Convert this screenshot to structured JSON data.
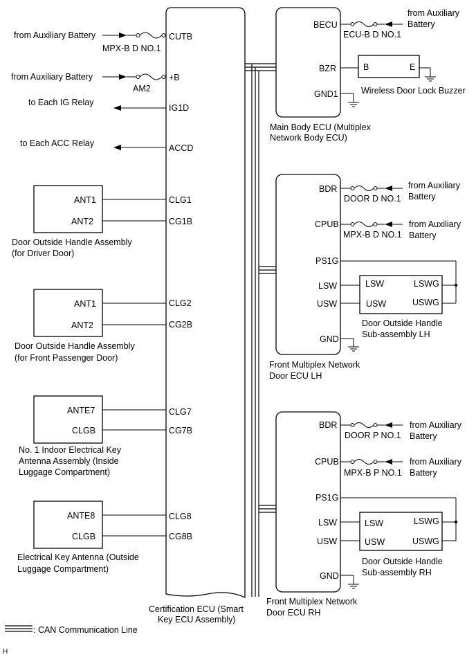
{
  "cert_ecu": {
    "name_line1": "Certification ECU (Smart",
    "name_line2": "Key ECU Assembly)",
    "pins": {
      "cutb": "CUTB",
      "b": "+B",
      "ig1d": "IG1D",
      "accd": "ACCD",
      "clg1": "CLG1",
      "cg1b": "CG1B",
      "clg2": "CLG2",
      "cg2b": "CG2B",
      "clg7": "CLG7",
      "cg7b": "CG7B",
      "clg8": "CLG8",
      "cg8b": "CG8B"
    }
  },
  "left_signals": {
    "aux_battery_1": "from Auxiliary Battery",
    "fuse_1": "MPX-B D NO.1",
    "aux_battery_2": "from Auxiliary Battery",
    "fuse_2": "AM2",
    "ig_relay": "to Each IG Relay",
    "acc_relay": "to Each ACC Relay"
  },
  "door_handle_driver": {
    "pin1": "ANT1",
    "pin2": "ANT2",
    "name_line1": "Door Outside Handle Assembly",
    "name_line2": "(for Driver Door)"
  },
  "door_handle_passenger": {
    "pin1": "ANT1",
    "pin2": "ANT2",
    "name_line1": "Door Outside Handle Assembly",
    "name_line2": "(for Front Passenger Door)"
  },
  "indoor_antenna": {
    "pin1": "ANTE7",
    "pin2": "CLGB",
    "name_line1": "No. 1 Indoor Electrical Key",
    "name_line2": "Antenna Assembly (Inside",
    "name_line3": "Luggage Compartment)"
  },
  "outside_antenna": {
    "pin1": "ANTE8",
    "pin2": "CLGB",
    "name_line1": "Electrical Key Antenna (Outside",
    "name_line2": "Luggage Compartment)"
  },
  "main_body_ecu": {
    "pin_becu": "BECU",
    "pin_bzr": "BZR",
    "pin_gnd1": "GND1",
    "fuse": "ECU-B D NO.1",
    "aux1": "from Auxiliary",
    "aux2": "Battery",
    "name_line1": "Main Body ECU (Multiplex",
    "name_line2": "Network Body ECU)"
  },
  "buzzer": {
    "pin_b": "B",
    "pin_e": "E",
    "name": "Wireless Door Lock Buzzer"
  },
  "door_ecu_lh": {
    "pin_bdr": "BDR",
    "pin_cpub": "CPUB",
    "pin_ps1g": "PS1G",
    "pin_lsw": "LSW",
    "pin_usw": "USW",
    "pin_gnd": "GND",
    "fuse_bdr": "DOOR D NO.1",
    "fuse_cpub": "MPX-B D NO.1",
    "aux1a": "from Auxiliary",
    "aux1b": "Battery",
    "aux2a": "from Auxiliary",
    "aux2b": "Battery",
    "name_line1": "Front Multiplex Network",
    "name_line2": "Door ECU LH"
  },
  "handle_sub_lh": {
    "pin_lsw": "LSW",
    "pin_usw": "USW",
    "pin_lswg": "LSWG",
    "pin_uswg": "USWG",
    "name_line1": "Door Outside Handle",
    "name_line2": "Sub-assembly LH"
  },
  "door_ecu_rh": {
    "pin_bdr": "BDR",
    "pin_cpub": "CPUB",
    "pin_ps1g": "PS1G",
    "pin_lsw": "LSW",
    "pin_usw": "USW",
    "pin_gnd": "GND",
    "fuse_bdr": "DOOR P NO.1",
    "fuse_cpub": "MPX-B P NO.1",
    "aux1a": "from Auxiliary",
    "aux1b": "Battery",
    "aux2a": "from Auxiliary",
    "aux2b": "Battery",
    "name_line1": "Front Multiplex Network",
    "name_line2": "Door ECU RH"
  },
  "handle_sub_rh": {
    "pin_lsw": "LSW",
    "pin_usw": "USW",
    "pin_lswg": "LSWG",
    "pin_uswg": "USWG",
    "name_line1": "Door Outside Handle",
    "name_line2": "Sub-assembly RH"
  },
  "legend": {
    "can_line": ": CAN Communication Line"
  },
  "corner_mark": "H"
}
